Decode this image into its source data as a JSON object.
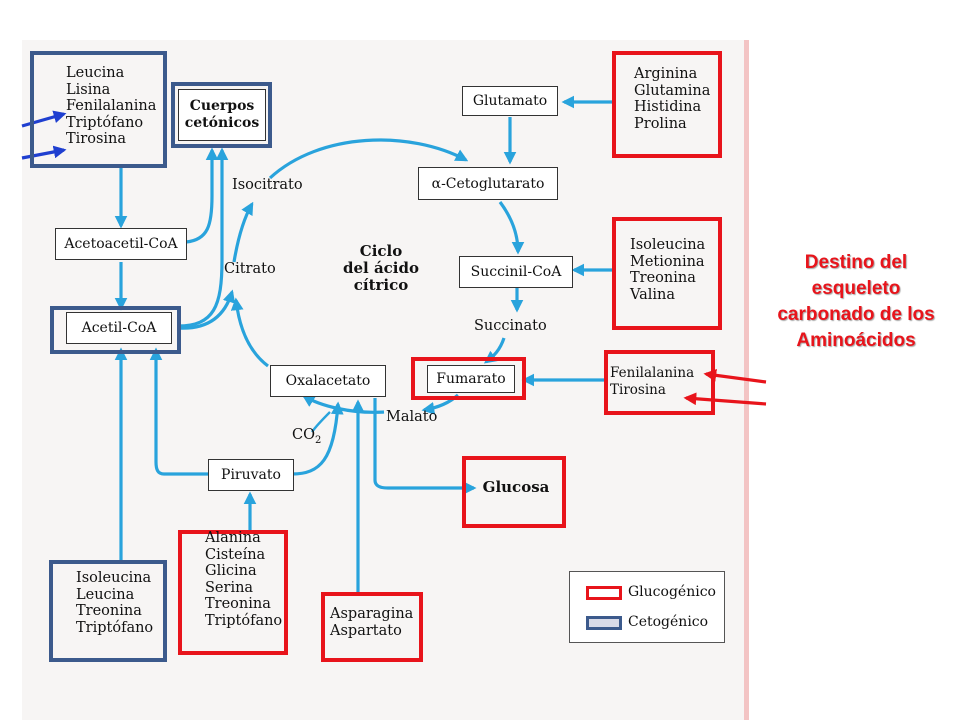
{
  "diagram": {
    "title_note": [
      "Destino del",
      "esqueleto",
      "carbonado de los",
      "Aminoácidos"
    ],
    "cycle_title": [
      "Ciclo",
      "del ácido",
      "cítrico"
    ],
    "nodes": {
      "cuerpos_cetonicos": [
        "Cuerpos",
        "cetónicos"
      ],
      "acetoacetil_coa": "Acetoacetil-CoA",
      "acetil_coa": "Acetil-CoA",
      "glutamato": "Glutamato",
      "cetoglutarato": "α-Cetoglutarato",
      "succinil_coa": "Succinil-CoA",
      "fumarato": "Fumarato",
      "oxalacetato": "Oxalacetato",
      "piruvato": "Piruvato",
      "glucosa": "Glucosa"
    },
    "cycle_labels": {
      "isocitrato": "Isocitrato",
      "citrato": "Citrato",
      "succinato": "Succinato",
      "malato": "Malato",
      "co2": "CO",
      "co2_sub": "2"
    },
    "amino_groups": {
      "top_left": [
        "Leucina",
        "Lisina",
        "Fenilalanina",
        "Triptófano",
        "Tirosina"
      ],
      "top_right": [
        "Arginina",
        "Glutamina",
        "Histidina",
        "Prolina"
      ],
      "mid_right": [
        "Isoleucina",
        "Metionina",
        "Treonina",
        "Valina"
      ],
      "fumarate_group": [
        "Fenilalanina",
        "Tirosina"
      ],
      "bottom_left": [
        "Isoleucina",
        "Leucina",
        "Treonina",
        "Triptófano"
      ],
      "pyruvate_group": [
        "Alanina",
        "Cisteína",
        "Glicina",
        "Serina",
        "Treonina",
        "Triptófano"
      ],
      "aspartate_group": [
        "Asparagina",
        "Aspartato"
      ]
    },
    "legend": {
      "glucogenic": "Glucogénico",
      "ketogenic": "Cetogénico"
    },
    "colors": {
      "glucogenic": "#e8141b",
      "ketogenic": "#3c5a8c",
      "pathway_arrow": "#29a3dc",
      "pointer_blue": "#1f3fd0",
      "pointer_red": "#e8141b"
    }
  }
}
